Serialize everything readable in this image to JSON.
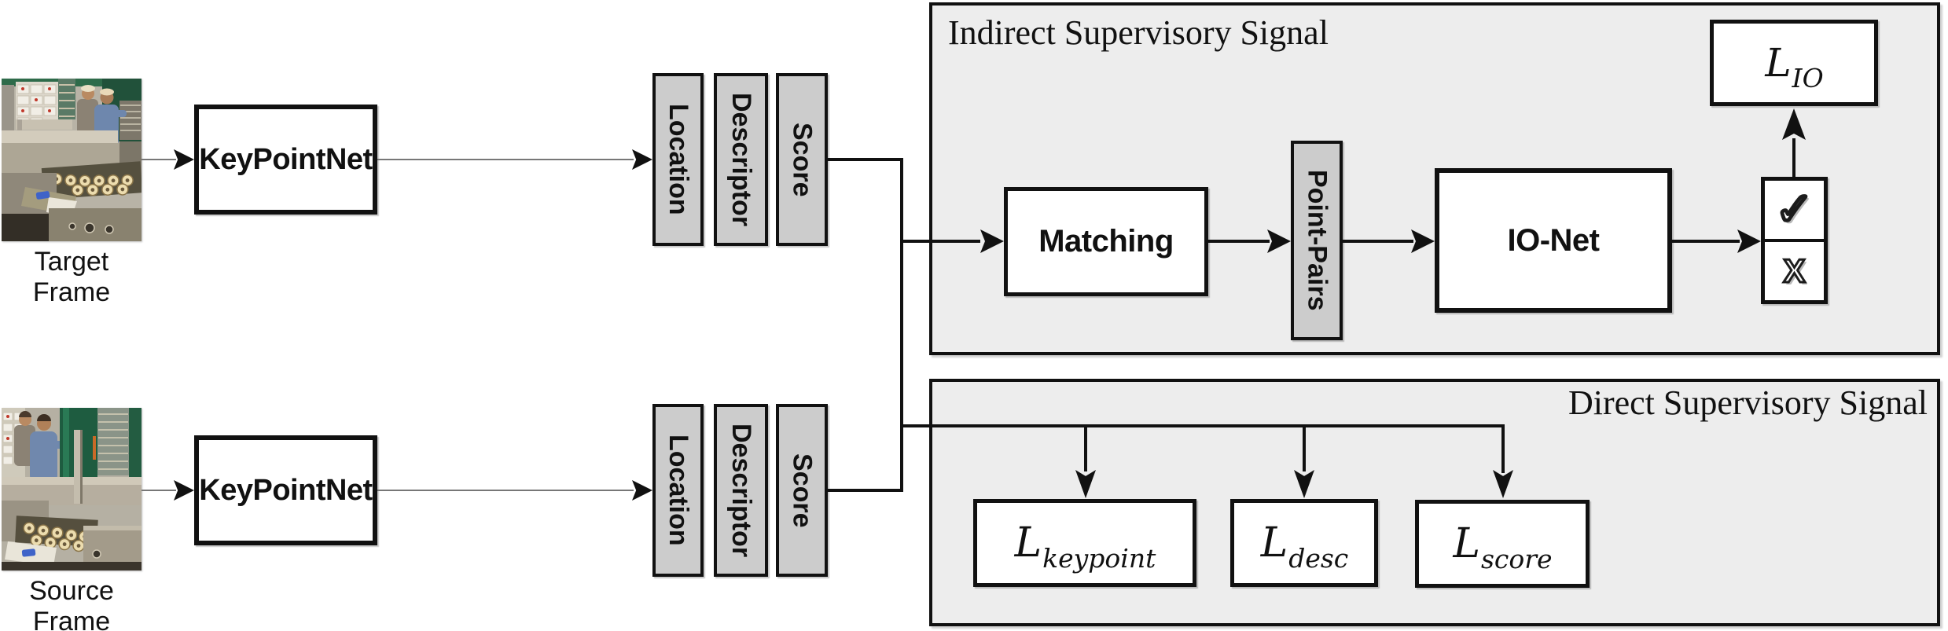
{
  "diagram": {
    "pipelines": [
      {
        "frame_label": "Target Frame",
        "network_label": "KeyPointNet",
        "outputs": [
          "Location",
          "Descriptor",
          "Score"
        ]
      },
      {
        "frame_label": "Source Frame",
        "network_label": "KeyPointNet",
        "outputs": [
          "Location",
          "Descriptor",
          "Score"
        ]
      }
    ],
    "indirect_panel": {
      "title": "Indirect Supervisory Signal",
      "matching_label": "Matching",
      "point_pairs_label": "Point-Pairs",
      "io_net_label": "IO-Net",
      "inlier_symbol": "✓",
      "outlier_symbol": "X",
      "loss": {
        "main": "L",
        "sub": "IO"
      }
    },
    "direct_panel": {
      "title": "Direct Supervisory Signal",
      "losses": [
        {
          "main": "L",
          "sub": "keypoint"
        },
        {
          "main": "L",
          "sub": "desc"
        },
        {
          "main": "L",
          "sub": "score"
        }
      ]
    },
    "colors": {
      "panel_bg": "#ededed",
      "node_gray": "#cccccc",
      "line": "#111111",
      "thin_line": "#777777"
    }
  }
}
